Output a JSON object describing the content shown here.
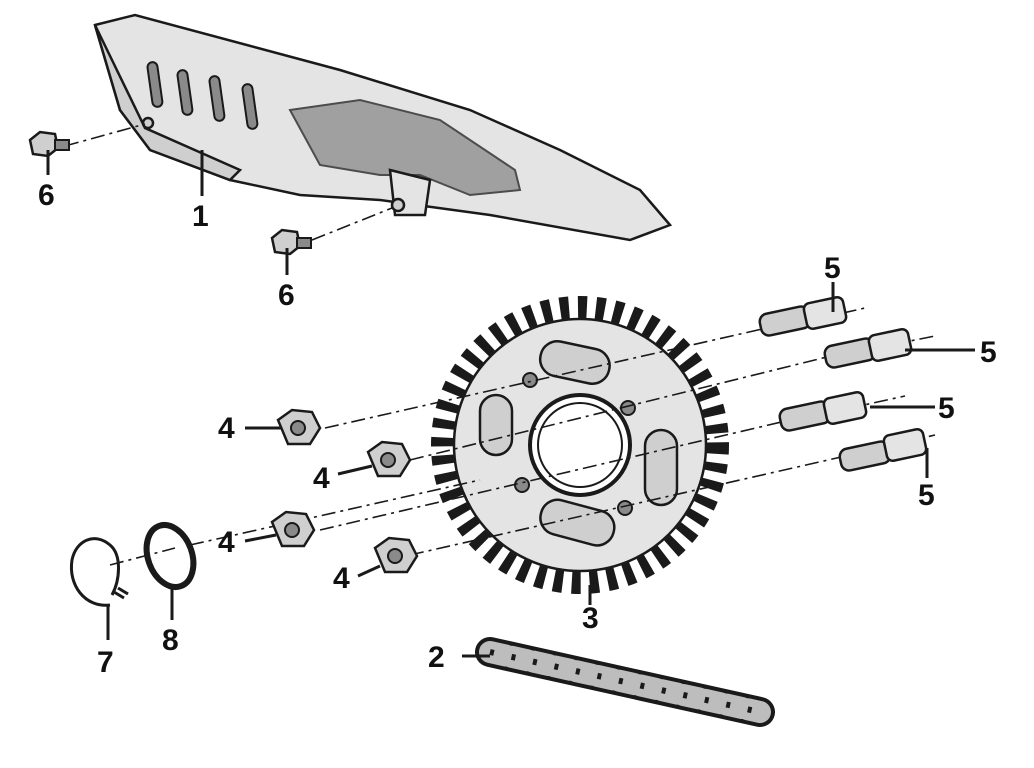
{
  "diagram": {
    "callouts": [
      {
        "id": "c1",
        "label": "1"
      },
      {
        "id": "c2",
        "label": "2"
      },
      {
        "id": "c3",
        "label": "3"
      },
      {
        "id": "c4a",
        "label": "4"
      },
      {
        "id": "c4b",
        "label": "4"
      },
      {
        "id": "c4c",
        "label": "4"
      },
      {
        "id": "c4d",
        "label": "4"
      },
      {
        "id": "c5a",
        "label": "5"
      },
      {
        "id": "c5b",
        "label": "5"
      },
      {
        "id": "c5c",
        "label": "5"
      },
      {
        "id": "c5d",
        "label": "5"
      },
      {
        "id": "c6a",
        "label": "6"
      },
      {
        "id": "c6b",
        "label": "6"
      },
      {
        "id": "c7",
        "label": "7"
      },
      {
        "id": "c8",
        "label": "8"
      }
    ]
  }
}
